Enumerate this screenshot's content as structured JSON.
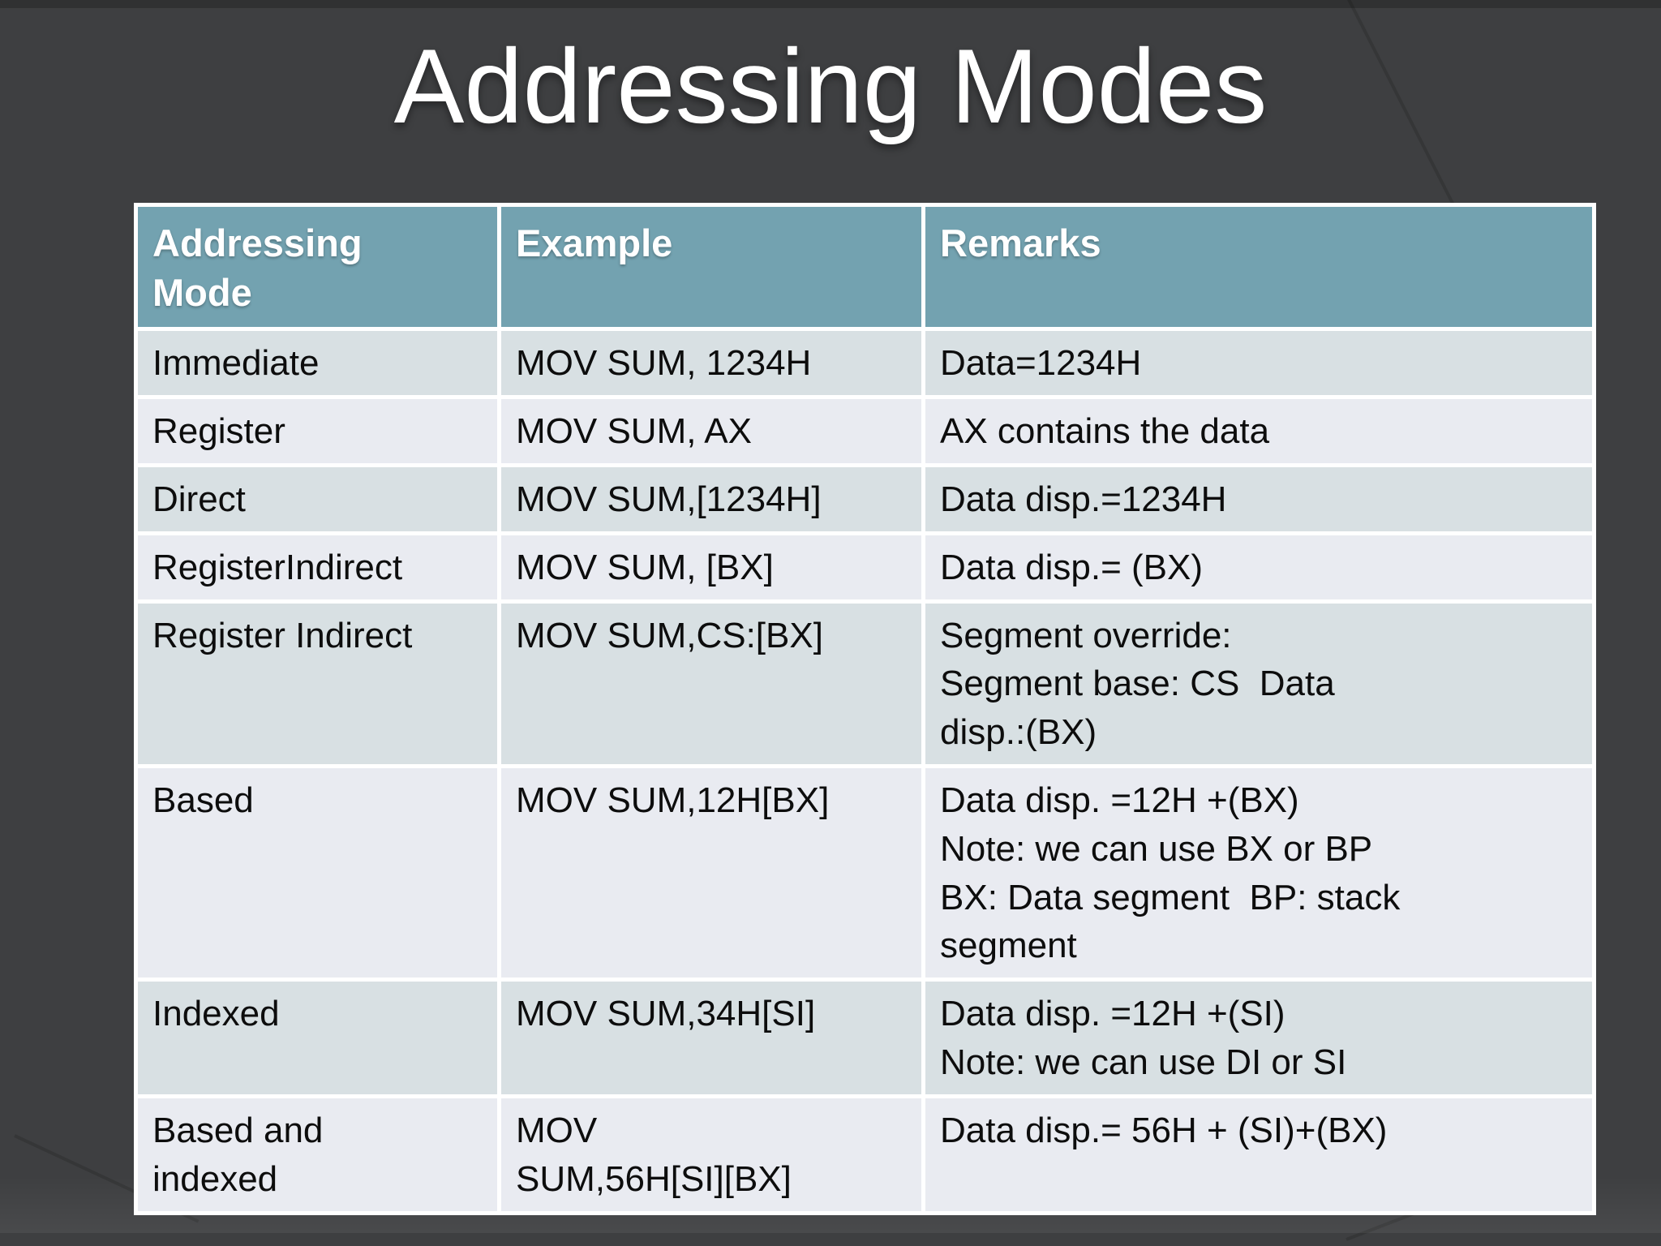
{
  "slide_title": "Addressing Modes",
  "table": {
    "columns": [
      {
        "label": "Addressing\nMode"
      },
      {
        "label": "Example"
      },
      {
        "label": "Remarks"
      }
    ],
    "rows": [
      {
        "mode": "Immediate",
        "example": "MOV SUM, 1234H",
        "remarks": "Data=1234H"
      },
      {
        "mode": "Register",
        "example": "MOV SUM, AX",
        "remarks": "AX contains the data"
      },
      {
        "mode": "Direct",
        "example": "MOV SUM,[1234H]",
        "remarks": "Data disp.=1234H"
      },
      {
        "mode": "RegisterIndirect",
        "example": "MOV SUM, [BX]",
        "remarks": "Data disp.= (BX)"
      },
      {
        "mode": "Register Indirect",
        "example": "MOV SUM,CS:[BX]",
        "remarks": "Segment override:\nSegment base: CS  Data\ndisp.:(BX)"
      },
      {
        "mode": "Based",
        "example": "MOV SUM,12H[BX]",
        "remarks": "Data disp. =12H +(BX)\nNote: we can use BX or BP\nBX: Data segment  BP: stack\nsegment"
      },
      {
        "mode": "Indexed",
        "example": "MOV SUM,34H[SI]",
        "remarks": "Data disp. =12H +(SI)\nNote: we can use DI or SI"
      },
      {
        "mode": "Based and\nindexed",
        "example": "MOV\nSUM,56H[SI][BX]",
        "remarks": "Data disp.= 56H + (SI)+(BX)"
      }
    ]
  },
  "colors": {
    "background": "#3e3f41",
    "title_text": "#ffffff",
    "header_bg": "#73a2b0",
    "header_text": "#ffffff",
    "row_alt_dark": "#d8e0e3",
    "row_alt_light": "#e9ebf1",
    "grid_line": "#ffffff",
    "body_text": "#0d0d0d"
  }
}
